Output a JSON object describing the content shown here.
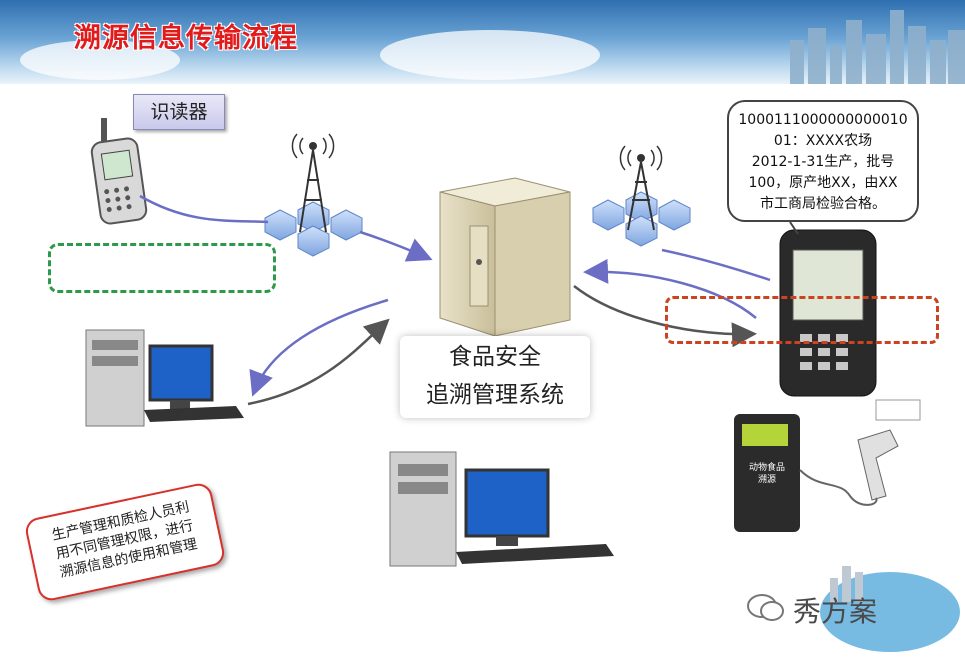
{
  "title": "溯源信息传输流程",
  "reader_label": "识读器",
  "system_label": {
    "line1": "食品安全",
    "line2": "追溯管理系统"
  },
  "callout": {
    "lines": [
      "1000111000000000010",
      "01：XXXX农场",
      "2012-1-31生产，批号",
      "100，原产地XX，由XX",
      "市工商局检验合格。"
    ]
  },
  "note": {
    "lines": [
      "生产管理和质检人员利",
      "用不同管理权限，进行",
      "溯源信息的使用和管理"
    ]
  },
  "terminal_text": "动物食品\n溯源",
  "watermark": "秀方案",
  "colors": {
    "title": "#e11b1b",
    "green_dash": "#2c9a49",
    "red_dash": "#c9441f",
    "arrow": "#6b6ec4"
  }
}
